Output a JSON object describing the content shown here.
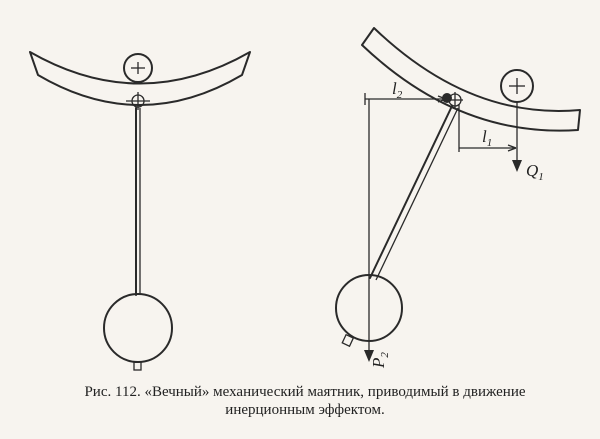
{
  "labels": {
    "l2": "l",
    "l2_sub": "2",
    "l1": "l",
    "l1_sub": "1",
    "q1": "Q",
    "q1_sub": "1",
    "p2": "P",
    "p2_sub": "2"
  },
  "caption": {
    "line1": "Рис. 112. «Вечный» механический маятник, приводимый в движение",
    "line2": "инерционным эффектом."
  }
}
